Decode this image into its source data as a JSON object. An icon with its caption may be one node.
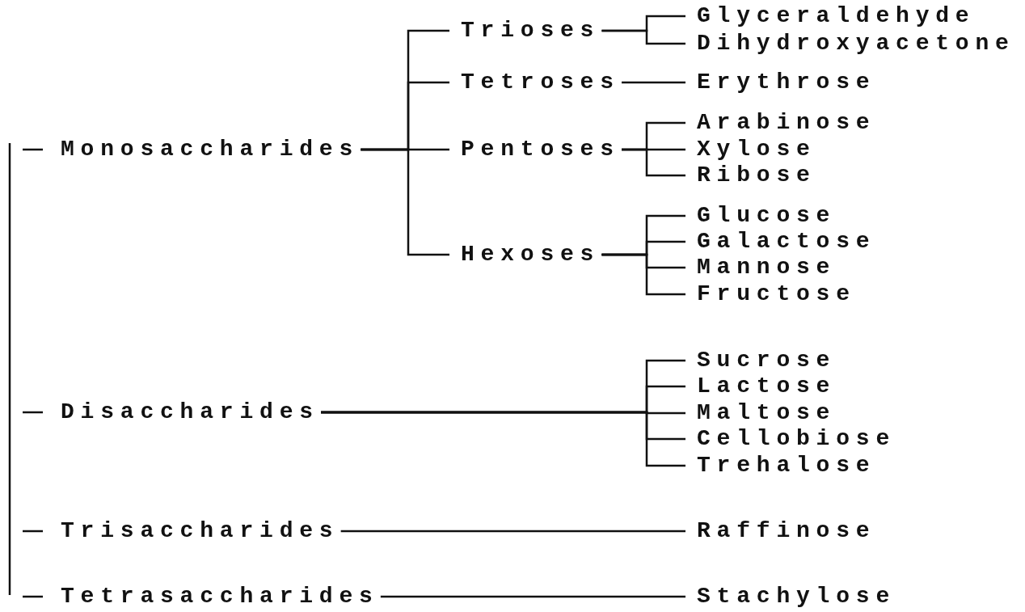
{
  "diagram": {
    "nodes": [
      {
        "text": [
          "Monosaccharides"
        ]
      },
      {
        "text": [
          "Trioses"
        ]
      },
      {
        "text": [
          "Glyceraldehyde"
        ]
      },
      {
        "text": [
          "Dihydroxyacetone"
        ]
      },
      {
        "text": [
          "Tetroses"
        ]
      },
      {
        "text": [
          "Erythrose"
        ]
      },
      {
        "text": [
          "Pentoses"
        ]
      },
      {
        "text": [
          "Arabinose"
        ]
      },
      {
        "text": [
          "Xylose"
        ]
      },
      {
        "text": [
          "Ribose"
        ]
      },
      {
        "text": [
          "Hexoses"
        ]
      },
      {
        "text": [
          "Glucose"
        ]
      },
      {
        "text": [
          "Galactose"
        ]
      },
      {
        "text": [
          "Mannose"
        ]
      },
      {
        "text": [
          "Fructose"
        ]
      },
      {
        "text": [
          "Disaccharides"
        ]
      },
      {
        "text": [
          "Sucrose"
        ]
      },
      {
        "text": [
          "Lactose"
        ]
      },
      {
        "text": [
          "Maltose"
        ]
      },
      {
        "text": [
          "Cellobiose"
        ]
      },
      {
        "text": [
          "Trehalose"
        ]
      },
      {
        "text": [
          "Trisaccharides"
        ]
      },
      {
        "text": [
          "Raffinose"
        ]
      },
      {
        "text": [
          "Tetrasaccharides"
        ]
      },
      {
        "text": [
          "Stachylose"
        ]
      }
    ],
    "edges": [
      {
        "from": 0,
        "to": 1,
        "arrow": "none"
      },
      {
        "from": 0,
        "to": 4,
        "arrow": "none"
      },
      {
        "from": 0,
        "to": 6,
        "arrow": "none"
      },
      {
        "from": 0,
        "to": 10,
        "arrow": "none"
      },
      {
        "from": 1,
        "to": 2,
        "arrow": "none"
      },
      {
        "from": 1,
        "to": 3,
        "arrow": "none"
      },
      {
        "from": 4,
        "to": 5,
        "arrow": "none"
      },
      {
        "from": 6,
        "to": 7,
        "arrow": "none"
      },
      {
        "from": 6,
        "to": 8,
        "arrow": "none"
      },
      {
        "from": 6,
        "to": 9,
        "arrow": "none"
      },
      {
        "from": 10,
        "to": 11,
        "arrow": "none"
      },
      {
        "from": 10,
        "to": 12,
        "arrow": "none"
      },
      {
        "from": 10,
        "to": 13,
        "arrow": "none"
      },
      {
        "from": 10,
        "to": 14,
        "arrow": "none"
      },
      {
        "from": 15,
        "to": 16,
        "arrow": "none"
      },
      {
        "from": 15,
        "to": 17,
        "arrow": "none"
      },
      {
        "from": 15,
        "to": 18,
        "arrow": "none"
      },
      {
        "from": 15,
        "to": 19,
        "arrow": "none"
      },
      {
        "from": 15,
        "to": 20,
        "arrow": "none"
      },
      {
        "from": 21,
        "to": 22,
        "arrow": "none"
      },
      {
        "from": 23,
        "to": 24,
        "arrow": "none"
      }
    ]
  }
}
